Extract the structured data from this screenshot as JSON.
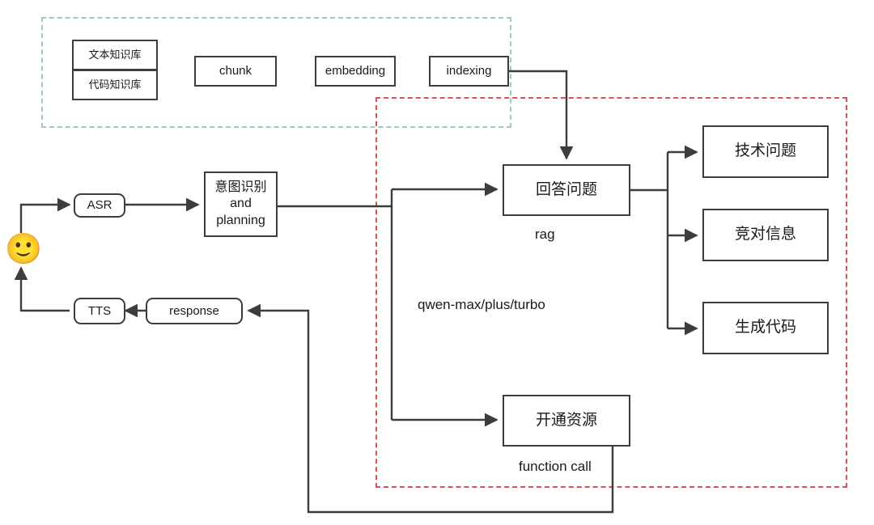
{
  "diagram": {
    "title": "LLM assistant pipeline flow diagram",
    "colors": {
      "node_border": "#3d3d3d",
      "wire": "#3d3d3d",
      "group_knowledge_border": "#9fc7c4",
      "group_llm_border": "#d2545a",
      "text": "#1a1a1a",
      "background": "#ffffff"
    }
  },
  "groups": {
    "knowledge_pipeline": {
      "label": "",
      "border_style": "dashed",
      "color": "#9fc7c4"
    },
    "llm_scope": {
      "label": "function call",
      "border_style": "dashed",
      "color": "#d2545a"
    }
  },
  "nodes": {
    "user": {
      "label": "🙂",
      "icon": "smiling-face-emoji"
    },
    "asr": {
      "label": "ASR"
    },
    "intent": {
      "label": "意图识别\nand\nplanning",
      "lines": [
        "意图识别",
        "and",
        "planning"
      ]
    },
    "tts": {
      "label": "TTS"
    },
    "response": {
      "label": "response"
    },
    "text_kb": {
      "label": "文本知识库"
    },
    "code_kb": {
      "label": "代码知识库"
    },
    "chunk": {
      "label": "chunk"
    },
    "embedding": {
      "label": "embedding"
    },
    "indexing": {
      "label": "indexing"
    },
    "answer": {
      "label": "回答问题"
    },
    "provision": {
      "label": "开通资源"
    },
    "tech_issue": {
      "label": "技术问题"
    },
    "competitor_info": {
      "label": "竞对信息"
    },
    "generate_code": {
      "label": "生成代码"
    }
  },
  "captions": {
    "rag": "rag",
    "model": "qwen-max/plus/turbo",
    "function_call": "function call"
  }
}
